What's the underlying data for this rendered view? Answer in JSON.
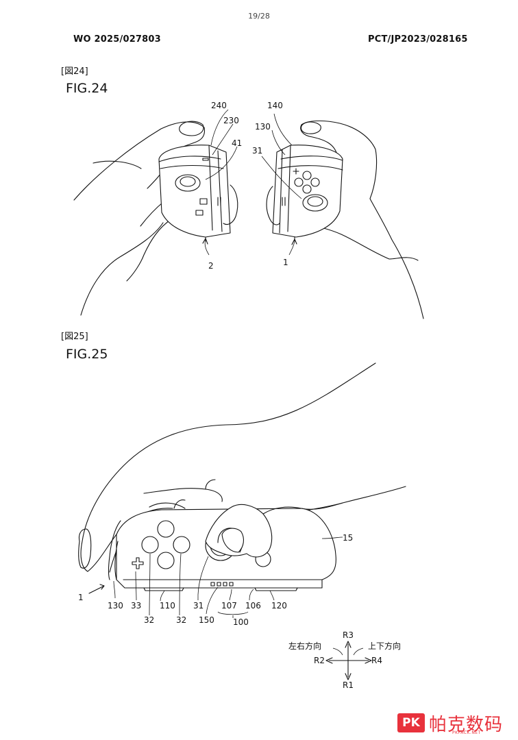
{
  "page": {
    "page_number": "19/28",
    "pub_number": "WO 2025/027803",
    "app_number": "PCT/JP2023/028165"
  },
  "fig24": {
    "bracket": "[図24]",
    "title": "FIG.24",
    "labels": [
      "240",
      "230",
      "41",
      "2",
      "140",
      "130",
      "31",
      "1"
    ]
  },
  "fig25": {
    "bracket": "[図25]",
    "title": "FIG.25",
    "labels": [
      "15",
      "1",
      "130",
      "33",
      "110",
      "32",
      "32",
      "31",
      "150",
      "107",
      "106",
      "100",
      "120"
    ],
    "directions": {
      "r3": "R3",
      "r1": "R1",
      "r2": "R2",
      "r4": "R4",
      "left_right": "左右方向",
      "up_down": "上下方向"
    }
  },
  "watermark": {
    "badge": "PK",
    "text": "帕克数码",
    "sub": "PKPACK.NET"
  }
}
